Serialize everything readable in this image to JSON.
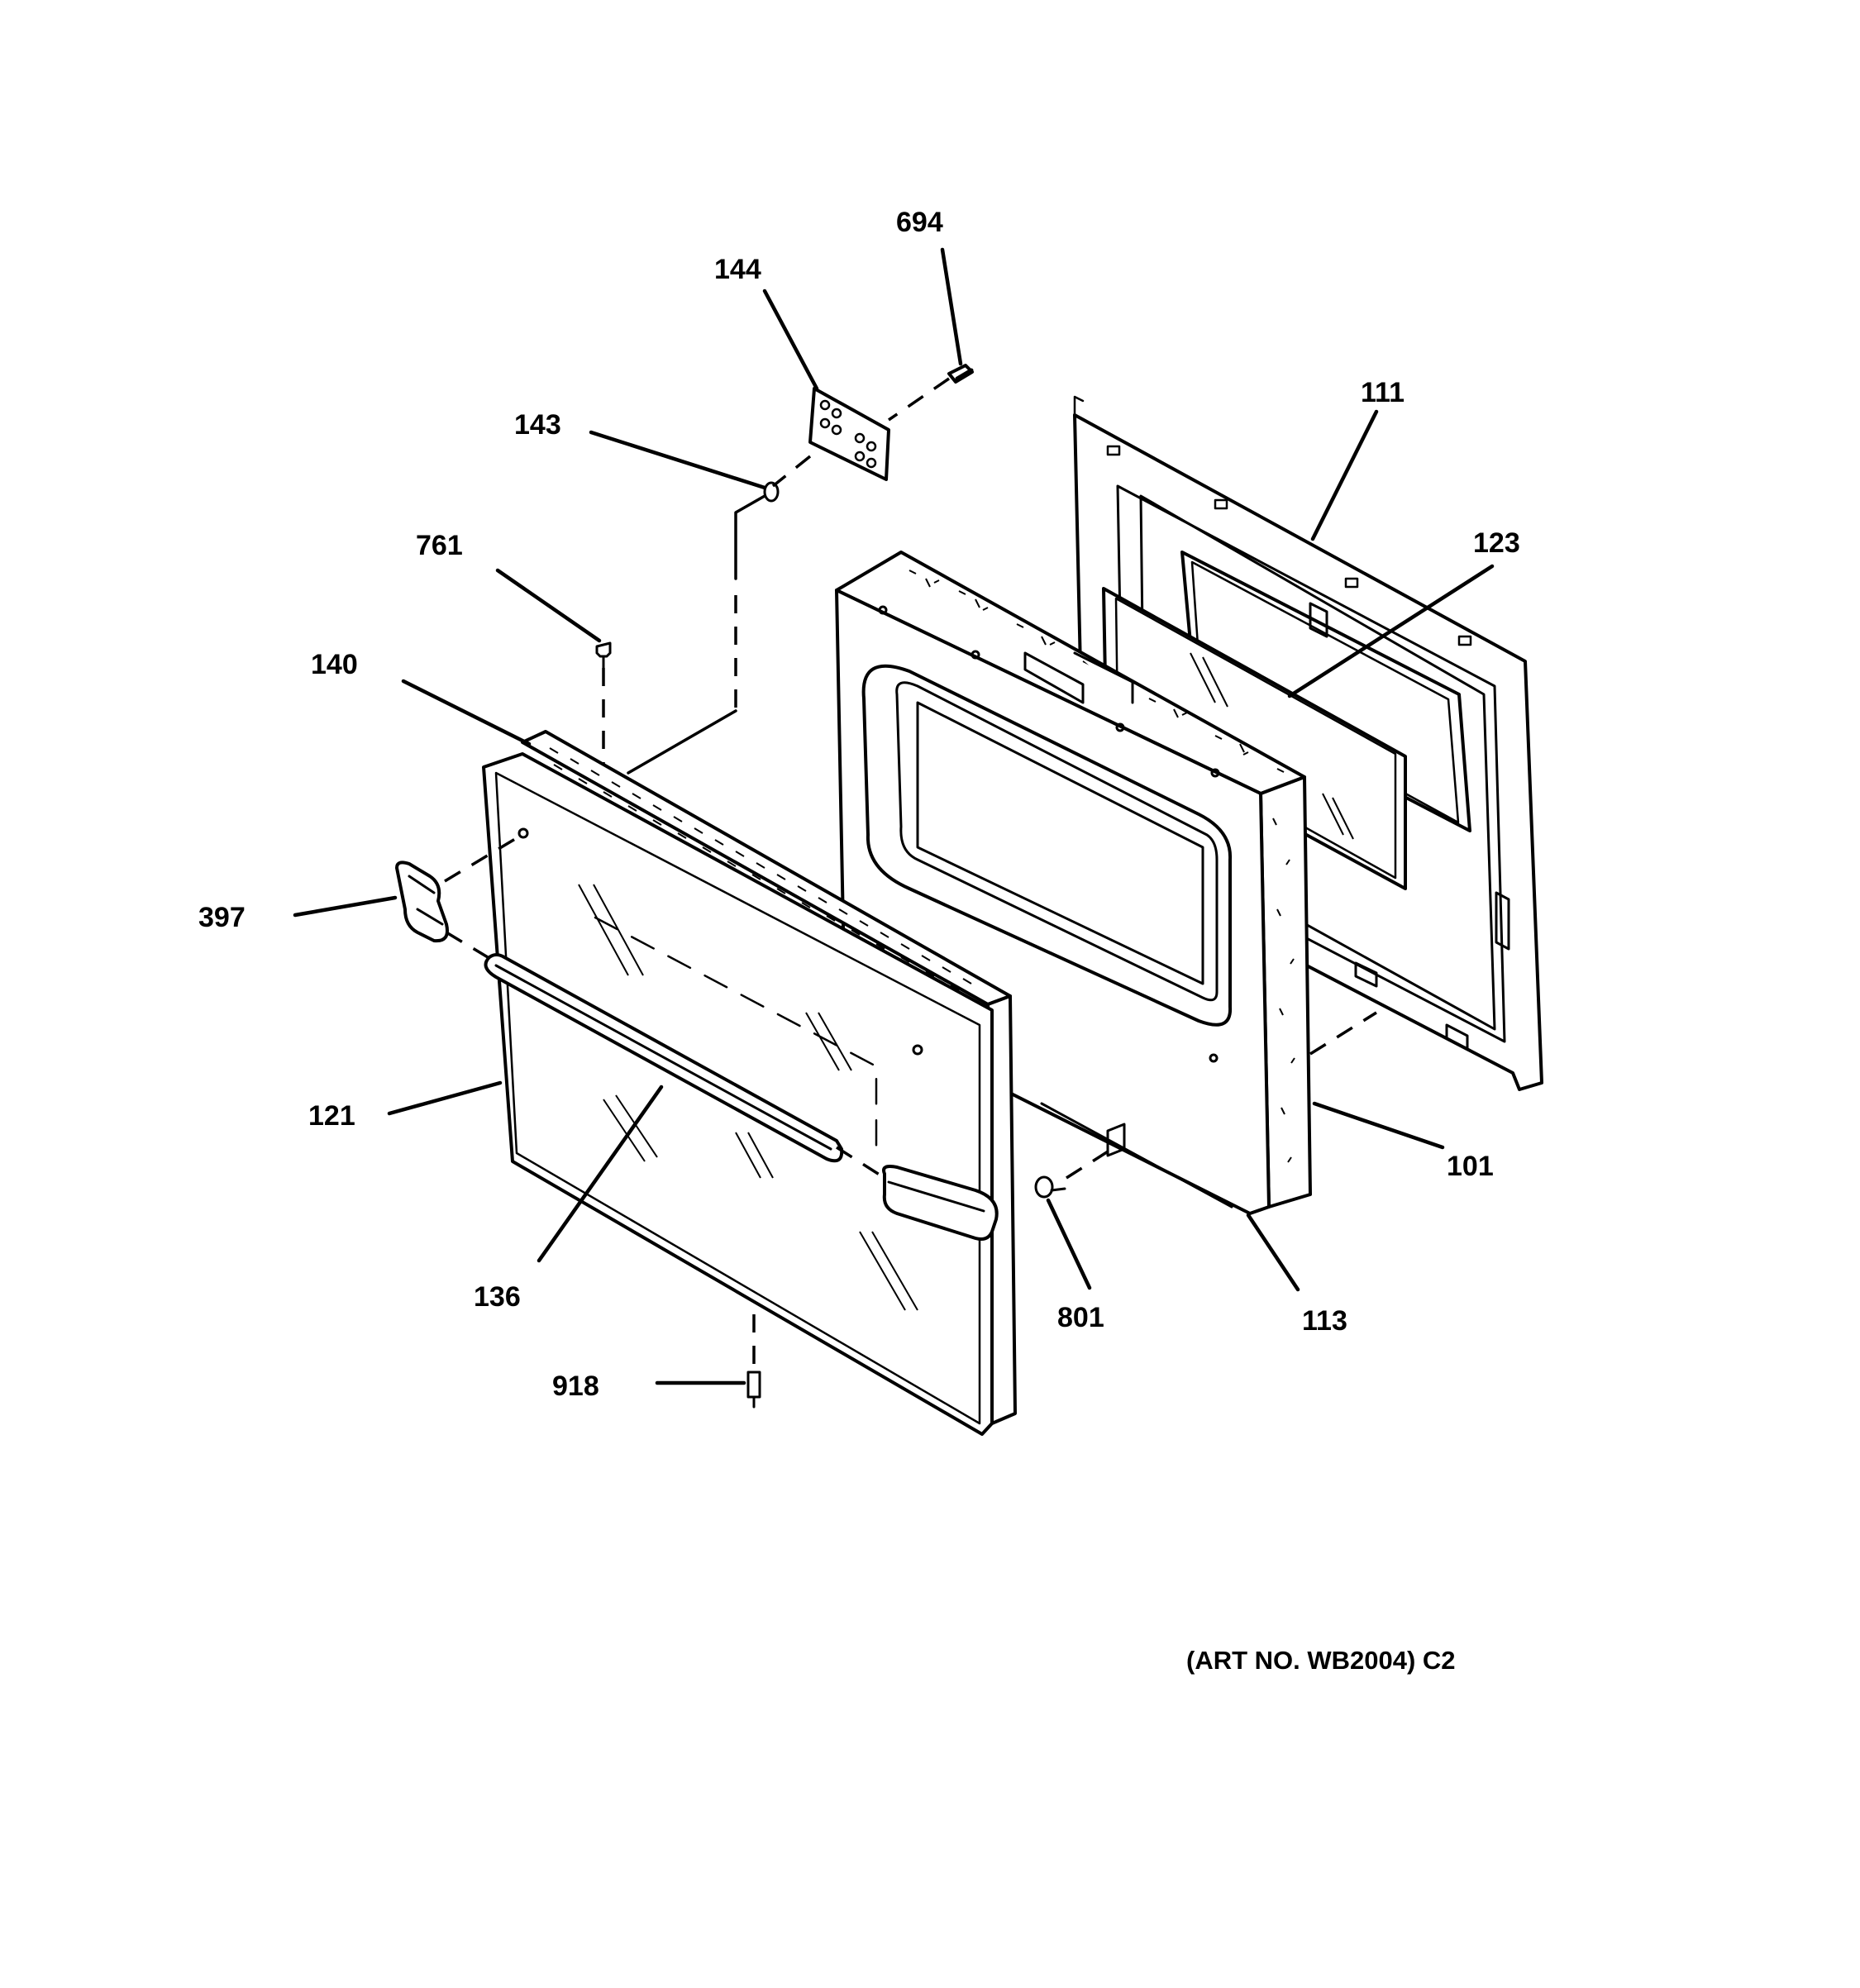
{
  "diagram": {
    "labels": {
      "l694": "694",
      "l144": "144",
      "l143": "143",
      "l111": "111",
      "l123": "123",
      "l761": "761",
      "l140": "140",
      "l397": "397",
      "l121": "121",
      "l101": "101",
      "l136": "136",
      "l801": "801",
      "l113": "113",
      "l918": "918"
    },
    "art_number": "(ART NO. WB2004) C2"
  }
}
